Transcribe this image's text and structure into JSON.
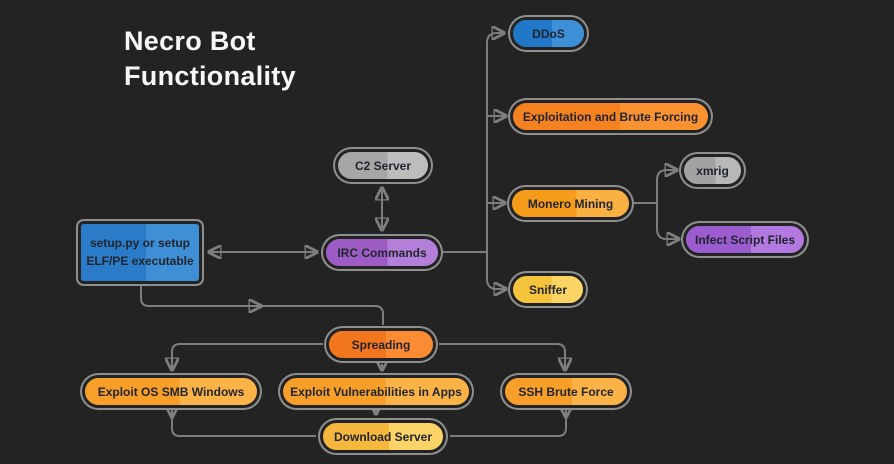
{
  "title": "Necro Bot\nFunctionality",
  "background_color": "#232323",
  "connector_color": "#7e7e7e",
  "node_text_color": "#22252e",
  "node_ring_color": "#8f8f8f",
  "nodes": [
    {
      "id": "ddos",
      "label": "DDoS",
      "shape": "pill",
      "colors": [
        "#2278c8",
        "#3d8fd8"
      ]
    },
    {
      "id": "exploitation-and-brute-forcing",
      "label": "Exploitation and Brute Forcing",
      "shape": "pill",
      "colors": [
        "#f58220",
        "#fb9231"
      ]
    },
    {
      "id": "c2-server",
      "label": "C2 Server",
      "shape": "pill",
      "colors": [
        "#a6a6a6",
        "#bdbdbd"
      ]
    },
    {
      "id": "xmrig",
      "label": "xmrig",
      "shape": "pill",
      "colors": [
        "#a2a2a2",
        "#b8b8b8"
      ]
    },
    {
      "id": "monero-mining",
      "label": "Monero Mining",
      "shape": "pill",
      "colors": [
        "#f59c1a",
        "#fbb042"
      ]
    },
    {
      "id": "infect-script-files",
      "label": "Infect Script Files",
      "shape": "pill",
      "colors": [
        "#9b5ccf",
        "#b27ae0"
      ]
    },
    {
      "id": "irc-commands",
      "label": "IRC Commands",
      "shape": "pill",
      "colors": [
        "#9c5cc4",
        "#b37fd8"
      ]
    },
    {
      "id": "setup-executable",
      "label": "setup.py or setup\nELF/PE executable",
      "shape": "rect",
      "colors": [
        "#2a7cc9",
        "#3f8fd6"
      ]
    },
    {
      "id": "sniffer",
      "label": "Sniffer",
      "shape": "pill",
      "colors": [
        "#f6c33c",
        "#fbd464"
      ]
    },
    {
      "id": "spreading",
      "label": "Spreading",
      "shape": "pill",
      "colors": [
        "#f2761e",
        "#fb8c33"
      ]
    },
    {
      "id": "exploit-os-smb-windows",
      "label": "Exploit OS SMB Windows",
      "shape": "pill",
      "colors": [
        "#f79f28",
        "#fbb347"
      ]
    },
    {
      "id": "exploit-vulnerabilities-in-apps",
      "label": "Exploit Vulnerabilities in Apps",
      "shape": "pill",
      "colors": [
        "#f79f28",
        "#fbb347"
      ]
    },
    {
      "id": "ssh-brute-force",
      "label": "SSH Brute Force",
      "shape": "pill",
      "colors": [
        "#f79f28",
        "#fbb347"
      ]
    },
    {
      "id": "download-server",
      "label": "Download Server",
      "shape": "pill",
      "colors": [
        "#f5b83d",
        "#fbd366"
      ]
    }
  ],
  "edges": [
    {
      "from": "c2-server",
      "to": "irc-commands",
      "direction": "both"
    },
    {
      "from": "setup-executable",
      "to": "irc-commands",
      "direction": "both"
    },
    {
      "from": "irc-commands",
      "to": "ddos",
      "direction": "to"
    },
    {
      "from": "irc-commands",
      "to": "exploitation-and-brute-forcing",
      "direction": "to"
    },
    {
      "from": "irc-commands",
      "to": "monero-mining",
      "direction": "to"
    },
    {
      "from": "irc-commands",
      "to": "sniffer",
      "direction": "to"
    },
    {
      "from": "monero-mining",
      "to": "xmrig",
      "direction": "to"
    },
    {
      "from": "monero-mining",
      "to": "infect-script-files",
      "direction": "to"
    },
    {
      "from": "setup-executable",
      "to": "spreading",
      "direction": "to"
    },
    {
      "from": "spreading",
      "to": "exploit-os-smb-windows",
      "direction": "to"
    },
    {
      "from": "spreading",
      "to": "exploit-vulnerabilities-in-apps",
      "direction": "to"
    },
    {
      "from": "spreading",
      "to": "ssh-brute-force",
      "direction": "to"
    },
    {
      "from": "exploit-os-smb-windows",
      "to": "download-server",
      "direction": "to"
    },
    {
      "from": "exploit-vulnerabilities-in-apps",
      "to": "download-server",
      "direction": "to"
    },
    {
      "from": "ssh-brute-force",
      "to": "download-server",
      "direction": "to"
    }
  ]
}
